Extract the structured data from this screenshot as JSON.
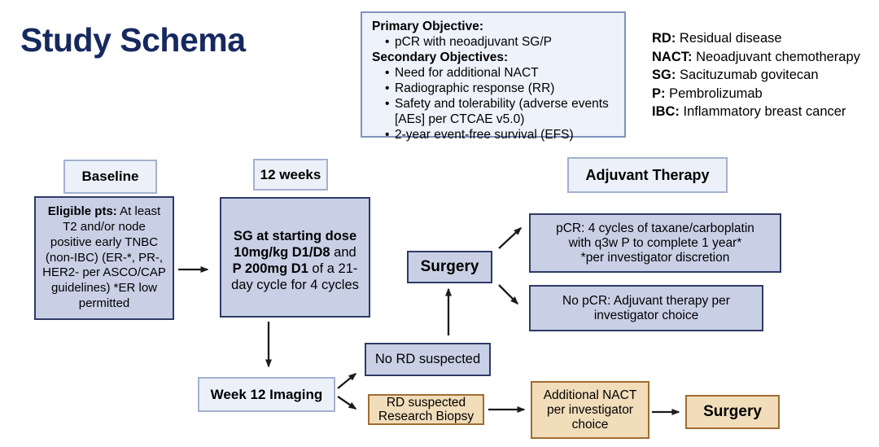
{
  "title": "Study Schema",
  "objectives": {
    "primary_label": "Primary Objective:",
    "primary_items": [
      "pCR with neoadjuvant SG/P"
    ],
    "secondary_label": "Secondary Objectives:",
    "secondary_items": [
      "Need for additional NACT",
      "Radiographic response (RR)",
      "Safety and tolerability (adverse events [AEs] per CTCAE v5.0)",
      "2-year event-free survival (EFS)"
    ],
    "bullet": "•"
  },
  "legend": [
    {
      "abbr": "RD:",
      "definition": "Residual disease"
    },
    {
      "abbr": "NACT:",
      "definition": "Neoadjuvant chemotherapy"
    },
    {
      "abbr": "SG:",
      "definition": "Sacituzumab govitecan"
    },
    {
      "abbr": "P:",
      "definition": "Pembrolizumab"
    },
    {
      "abbr": "IBC:",
      "definition": "Inflammatory breast cancer"
    }
  ],
  "flow": {
    "baseline_label": "Baseline",
    "twelve_weeks_label": "12 weeks",
    "adjuvant_label": "Adjuvant Therapy",
    "eligible": {
      "lead": "Eligible pts:",
      "rest": "At least T2 and/or node positive early TNBC (non-IBC) (ER-*, PR-, HER2- per ASCO/CAP guidelines) *ER low permitted"
    },
    "sg_regimen": {
      "bold1": "SG at starting dose 10mg/kg D1/D8",
      "mid": " and ",
      "bold2": "P 200mg D1",
      "rest": " of a 21-day cycle for 4 cycles"
    },
    "surgery_label": "Surgery",
    "pcr": {
      "lines": [
        "pCR: 4 cycles of taxane/carboplatin",
        "with q3w P to complete 1 year*",
        "*per investigator discretion"
      ]
    },
    "no_pcr": {
      "lines": [
        "No pCR: Adjuvant therapy per",
        "investigator choice"
      ]
    },
    "week12_label": "Week 12 Imaging",
    "no_rd_label": "No RD suspected",
    "rd": {
      "lines": [
        "RD suspected",
        "Research Biopsy"
      ]
    },
    "additional_nact": {
      "lines": [
        "Additional NACT",
        "per investigator",
        "choice"
      ]
    },
    "surgery_after_nact_label": "Surgery"
  },
  "colors": {
    "title_navy": "#16295f",
    "node_fill_periwinkle": "#c9d0e6",
    "node_border_navy": "#2f3b66",
    "header_fill_light": "#ecf1f9",
    "header_border_light": "#a3b1cf",
    "objectives_fill": "#eef2fa",
    "objectives_border": "#8292bd",
    "tan_fill": "#f1ddba",
    "tan_border": "#a06c30",
    "arrow_black": "#1b1b1b"
  }
}
